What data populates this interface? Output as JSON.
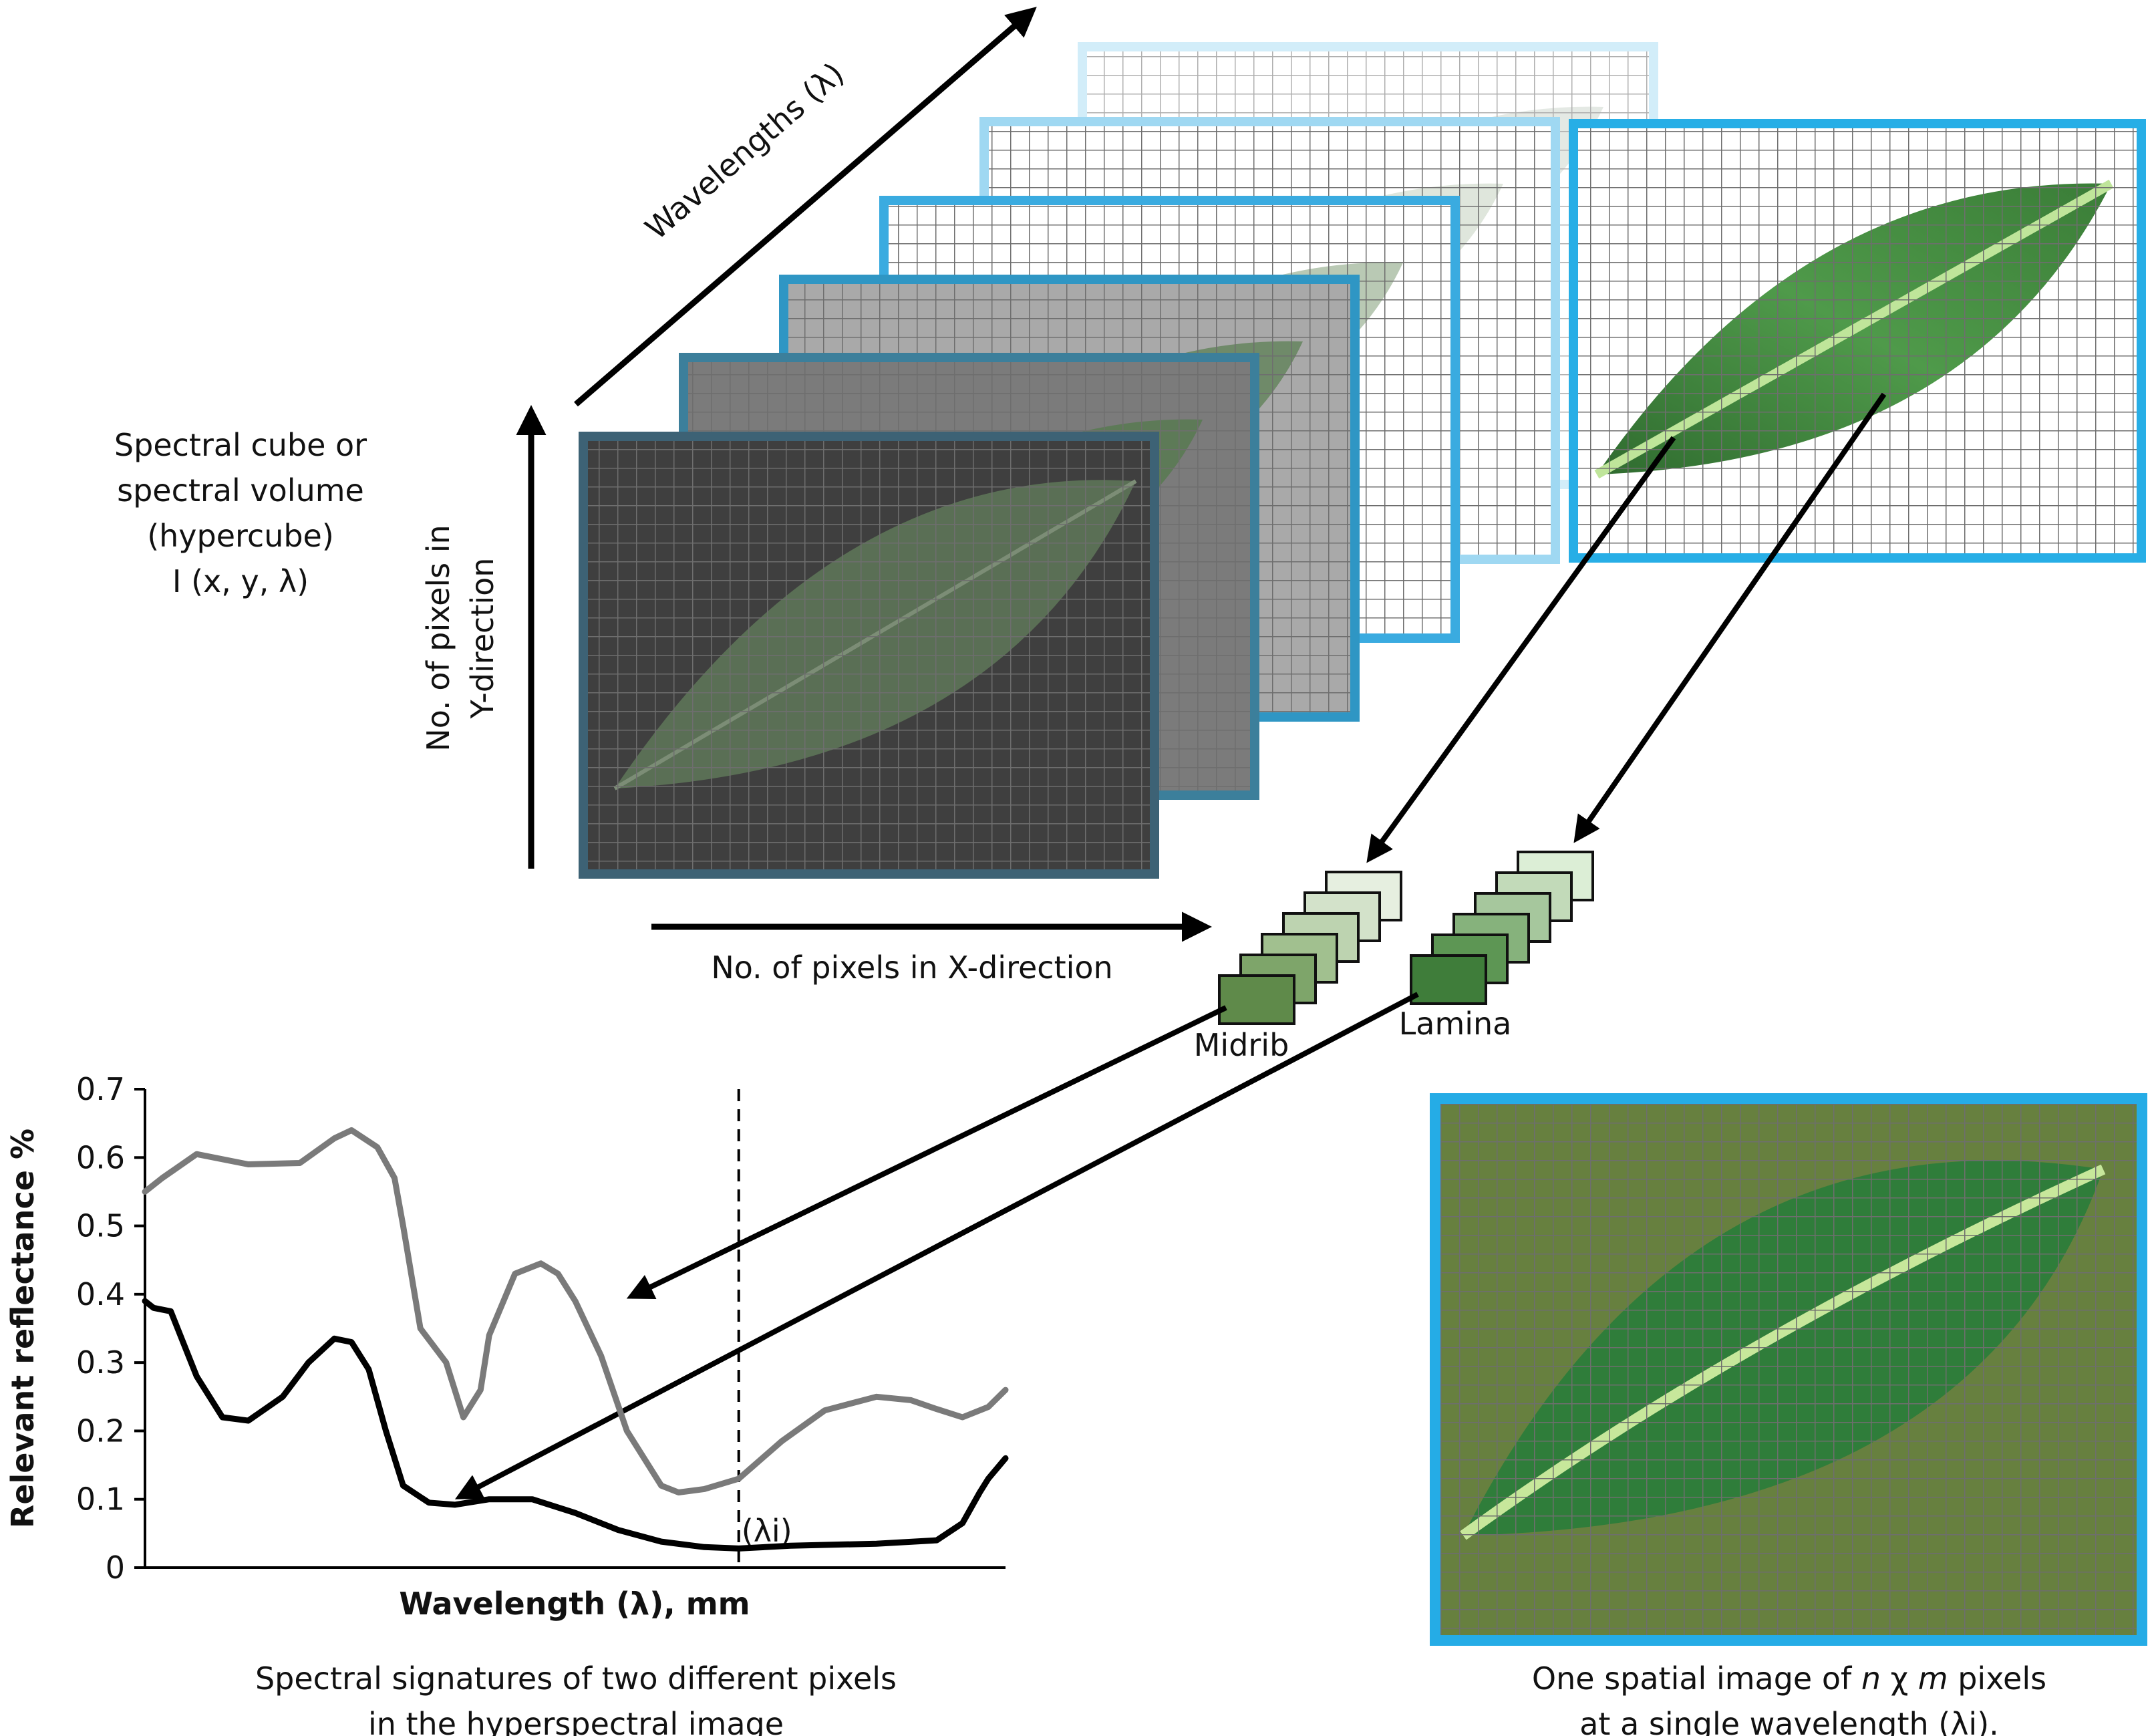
{
  "cube": {
    "description_lines": [
      "Spectral cube or",
      "spectral volume",
      "(hypercube)",
      "I (x, y, λ)"
    ],
    "axis_wavelength": "Wavelengths (λ)",
    "axis_y": [
      "No. of pixels in",
      "Y-direction"
    ],
    "axis_x": "No. of pixels in X-direction"
  },
  "pixel_stacks": {
    "midrib_label": "Midrib",
    "lamina_label": "Lamina",
    "midrib_colors": [
      "#5f8a4a",
      "#7ea56a",
      "#a1c08f",
      "#bdd3b0",
      "#d3e2ca",
      "#e6efe0"
    ],
    "lamina_colors": [
      "#3f7d3a",
      "#5d9654",
      "#86b27c",
      "#a6c79d",
      "#c2dab9",
      "#dceed6"
    ]
  },
  "chart_data": {
    "type": "line",
    "xlabel_main": "Wavelength (λ)",
    "xlabel_unit": ", mm",
    "ylabel": "Relevant reflectance %",
    "ylim": [
      0,
      0.7
    ],
    "yticks": [
      "0",
      "0.1",
      "0.2",
      "0.3",
      "0.4",
      "0.5",
      "0.6",
      "0.7"
    ],
    "xlim": [
      0,
      1
    ],
    "marker_label": "(λi)",
    "marker_x": 0.69,
    "series": [
      {
        "color": "#7a7a7a",
        "x": [
          0,
          0.02,
          0.06,
          0.12,
          0.18,
          0.22,
          0.24,
          0.27,
          0.29,
          0.3,
          0.32,
          0.35,
          0.37,
          0.39,
          0.4,
          0.43,
          0.46,
          0.48,
          0.5,
          0.53,
          0.56,
          0.6,
          0.62,
          0.65,
          0.69,
          0.74,
          0.79,
          0.85,
          0.89,
          0.92,
          0.95,
          0.98,
          1.0
        ],
        "y": [
          0.55,
          0.57,
          0.605,
          0.59,
          0.592,
          0.628,
          0.64,
          0.615,
          0.57,
          0.5,
          0.35,
          0.3,
          0.22,
          0.26,
          0.34,
          0.43,
          0.445,
          0.43,
          0.39,
          0.31,
          0.2,
          0.12,
          0.11,
          0.115,
          0.13,
          0.185,
          0.23,
          0.25,
          0.245,
          0.232,
          0.22,
          0.235,
          0.26
        ]
      },
      {
        "color": "#000000",
        "x": [
          0,
          0.01,
          0.03,
          0.06,
          0.09,
          0.12,
          0.16,
          0.19,
          0.22,
          0.24,
          0.26,
          0.28,
          0.3,
          0.33,
          0.36,
          0.4,
          0.45,
          0.5,
          0.55,
          0.6,
          0.65,
          0.69,
          0.75,
          0.85,
          0.92,
          0.95,
          0.97,
          0.98,
          1.0
        ],
        "y": [
          0.39,
          0.38,
          0.375,
          0.28,
          0.22,
          0.215,
          0.25,
          0.3,
          0.335,
          0.33,
          0.29,
          0.2,
          0.12,
          0.095,
          0.092,
          0.1,
          0.1,
          0.08,
          0.055,
          0.038,
          0.03,
          0.028,
          0.032,
          0.035,
          0.04,
          0.065,
          0.11,
          0.13,
          0.16
        ]
      }
    ]
  },
  "captions": {
    "left": [
      "Spectral signatures of two different pixels",
      "in the hyperspectral image"
    ],
    "right": {
      "line1_pre": "One spatial image of ",
      "n": "n",
      "chi": " χ ",
      "m": "m",
      "line1_post": " pixels",
      "line2": "at a single wavelength (λi)."
    }
  }
}
